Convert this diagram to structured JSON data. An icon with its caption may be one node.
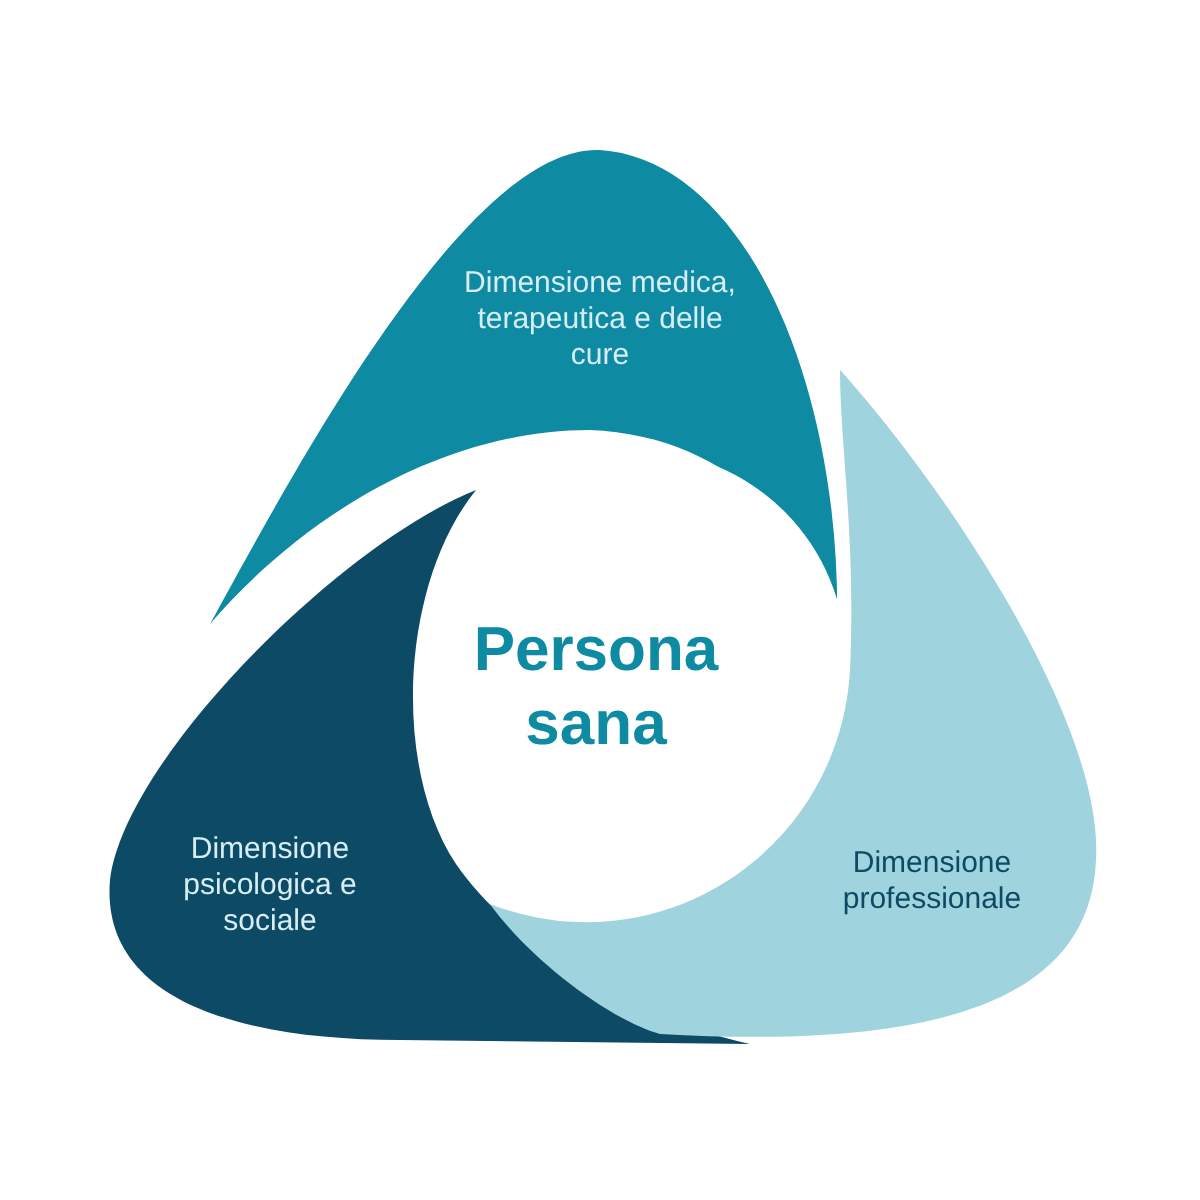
{
  "diagram": {
    "nodes": [
      {
        "text": [
          "Dimensione medica, terapeutica e delle cure"
        ]
      },
      {
        "text": [
          "Persona sana"
        ]
      },
      {
        "text": [
          "Dimensione psicologica e sociale"
        ]
      },
      {
        "text": [
          "Dimensione professionale"
        ]
      }
    ],
    "edges": []
  }
}
